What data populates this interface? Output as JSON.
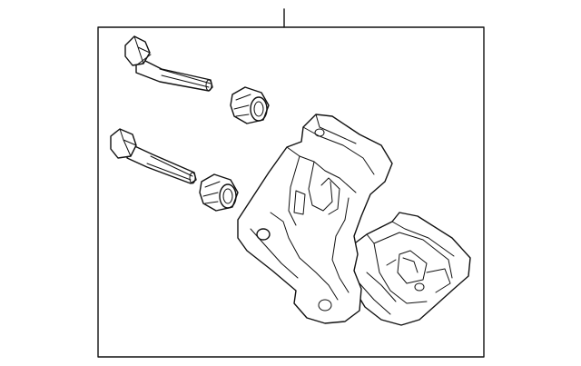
{
  "diagram": {
    "callouts": [],
    "parts": [
      {
        "id": "guide-pin-upper",
        "icon": "guide-pin-bolt"
      },
      {
        "id": "pin-boot-upper",
        "icon": "rubber-bushing"
      },
      {
        "id": "guide-pin-lower",
        "icon": "guide-pin-bolt"
      },
      {
        "id": "pin-boot-lower",
        "icon": "rubber-bushing"
      },
      {
        "id": "caliper-bracket",
        "icon": "caliper-bracket"
      },
      {
        "id": "caliper-body",
        "icon": "caliper-housing"
      }
    ],
    "colors": {
      "line": "#111111",
      "background": "#ffffff"
    }
  }
}
